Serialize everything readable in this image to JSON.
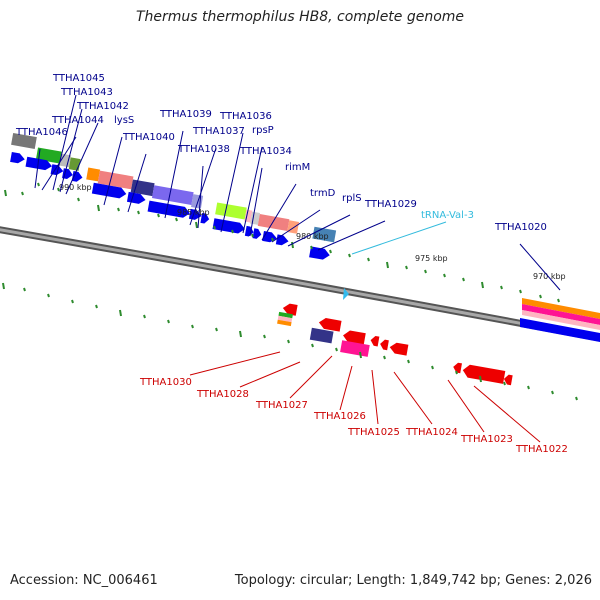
{
  "title": "Thermus thermophilus HB8, complete genome",
  "footer": {
    "accession": "Accession: NC_006461",
    "summary": "Topology: circular; Length: 1,849,742 bp; Genes: 2,026"
  },
  "colors": {
    "forward_label": "#00008b",
    "reverse_label": "#cc0000",
    "rna_label": "#33bbdd",
    "backbone": "#8a8a8a",
    "forward_gene": "#0000ee",
    "reverse_gene": "#ee0000",
    "tick": "#2e8b2e"
  },
  "scale_labels": [
    "990 kbp",
    "985 kbp",
    "980 kbp",
    "975 kbp",
    "970 kbp"
  ],
  "forward_genes": [
    "TTHA1045",
    "TTHA1043",
    "TTHA1042",
    "TTHA1044",
    "lysS",
    "TTHA1046",
    "TTHA1039",
    "TTHA1040",
    "TTHA1036",
    "TTHA1037",
    "rpsP",
    "TTHA1038",
    "TTHA1034",
    "rimM",
    "trmD",
    "rplS",
    "TTHA1029",
    "TTHA1020"
  ],
  "rna_genes": [
    "tRNA-Val-3"
  ],
  "reverse_genes": [
    "TTHA1030",
    "TTHA1028",
    "TTHA1027",
    "TTHA1026",
    "TTHA1025",
    "TTHA1024",
    "TTHA1023",
    "TTHA1022"
  ]
}
